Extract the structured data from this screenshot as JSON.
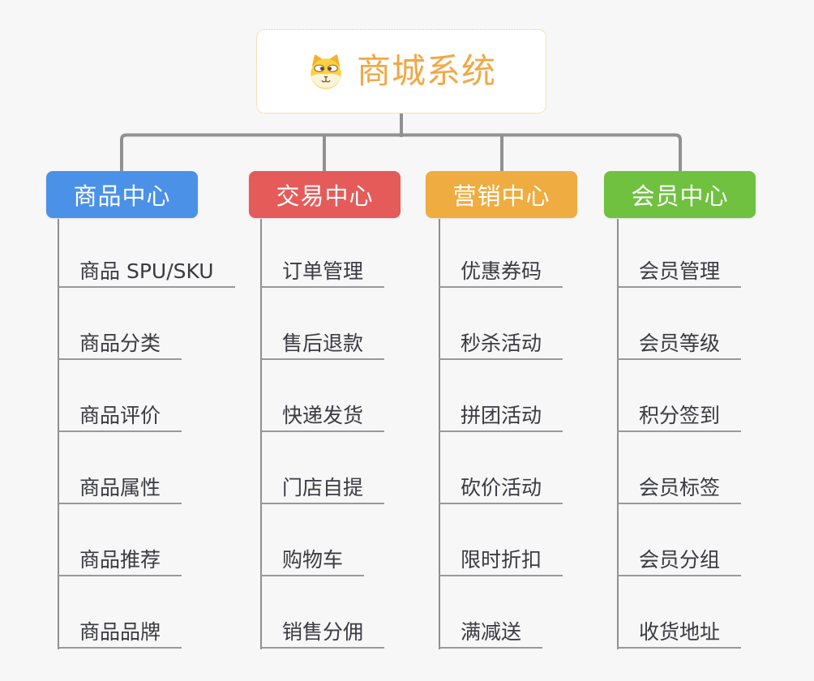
{
  "page": {
    "background_color": "#f7f7f7",
    "connector_color": "#919191",
    "underline_color": "#999999",
    "subtopic_text_color": "#3a3a42"
  },
  "root": {
    "title": "商城系统",
    "icon": "dog-face-icon",
    "text_color": "#f1a845",
    "border_color": "#f0c272",
    "background": "#ffffff"
  },
  "branches": [
    {
      "label": "商品中心",
      "color": "#4b91e8",
      "children": [
        "商品 SPU/SKU",
        "商品分类",
        "商品评价",
        "商品属性",
        "商品推荐",
        "商品品牌"
      ]
    },
    {
      "label": "交易中心",
      "color": "#e45b5a",
      "children": [
        "订单管理",
        "售后退款",
        "快递发货",
        "门店自提",
        "购物车",
        "销售分佣"
      ]
    },
    {
      "label": "营销中心",
      "color": "#efac40",
      "children": [
        "优惠券码",
        "秒杀活动",
        "拼团活动",
        "砍价活动",
        "限时折扣",
        "满减送"
      ]
    },
    {
      "label": "会员中心",
      "color": "#6fc13f",
      "children": [
        "会员管理",
        "会员等级",
        "积分签到",
        "会员标签",
        "会员分组",
        "收货地址"
      ]
    }
  ]
}
